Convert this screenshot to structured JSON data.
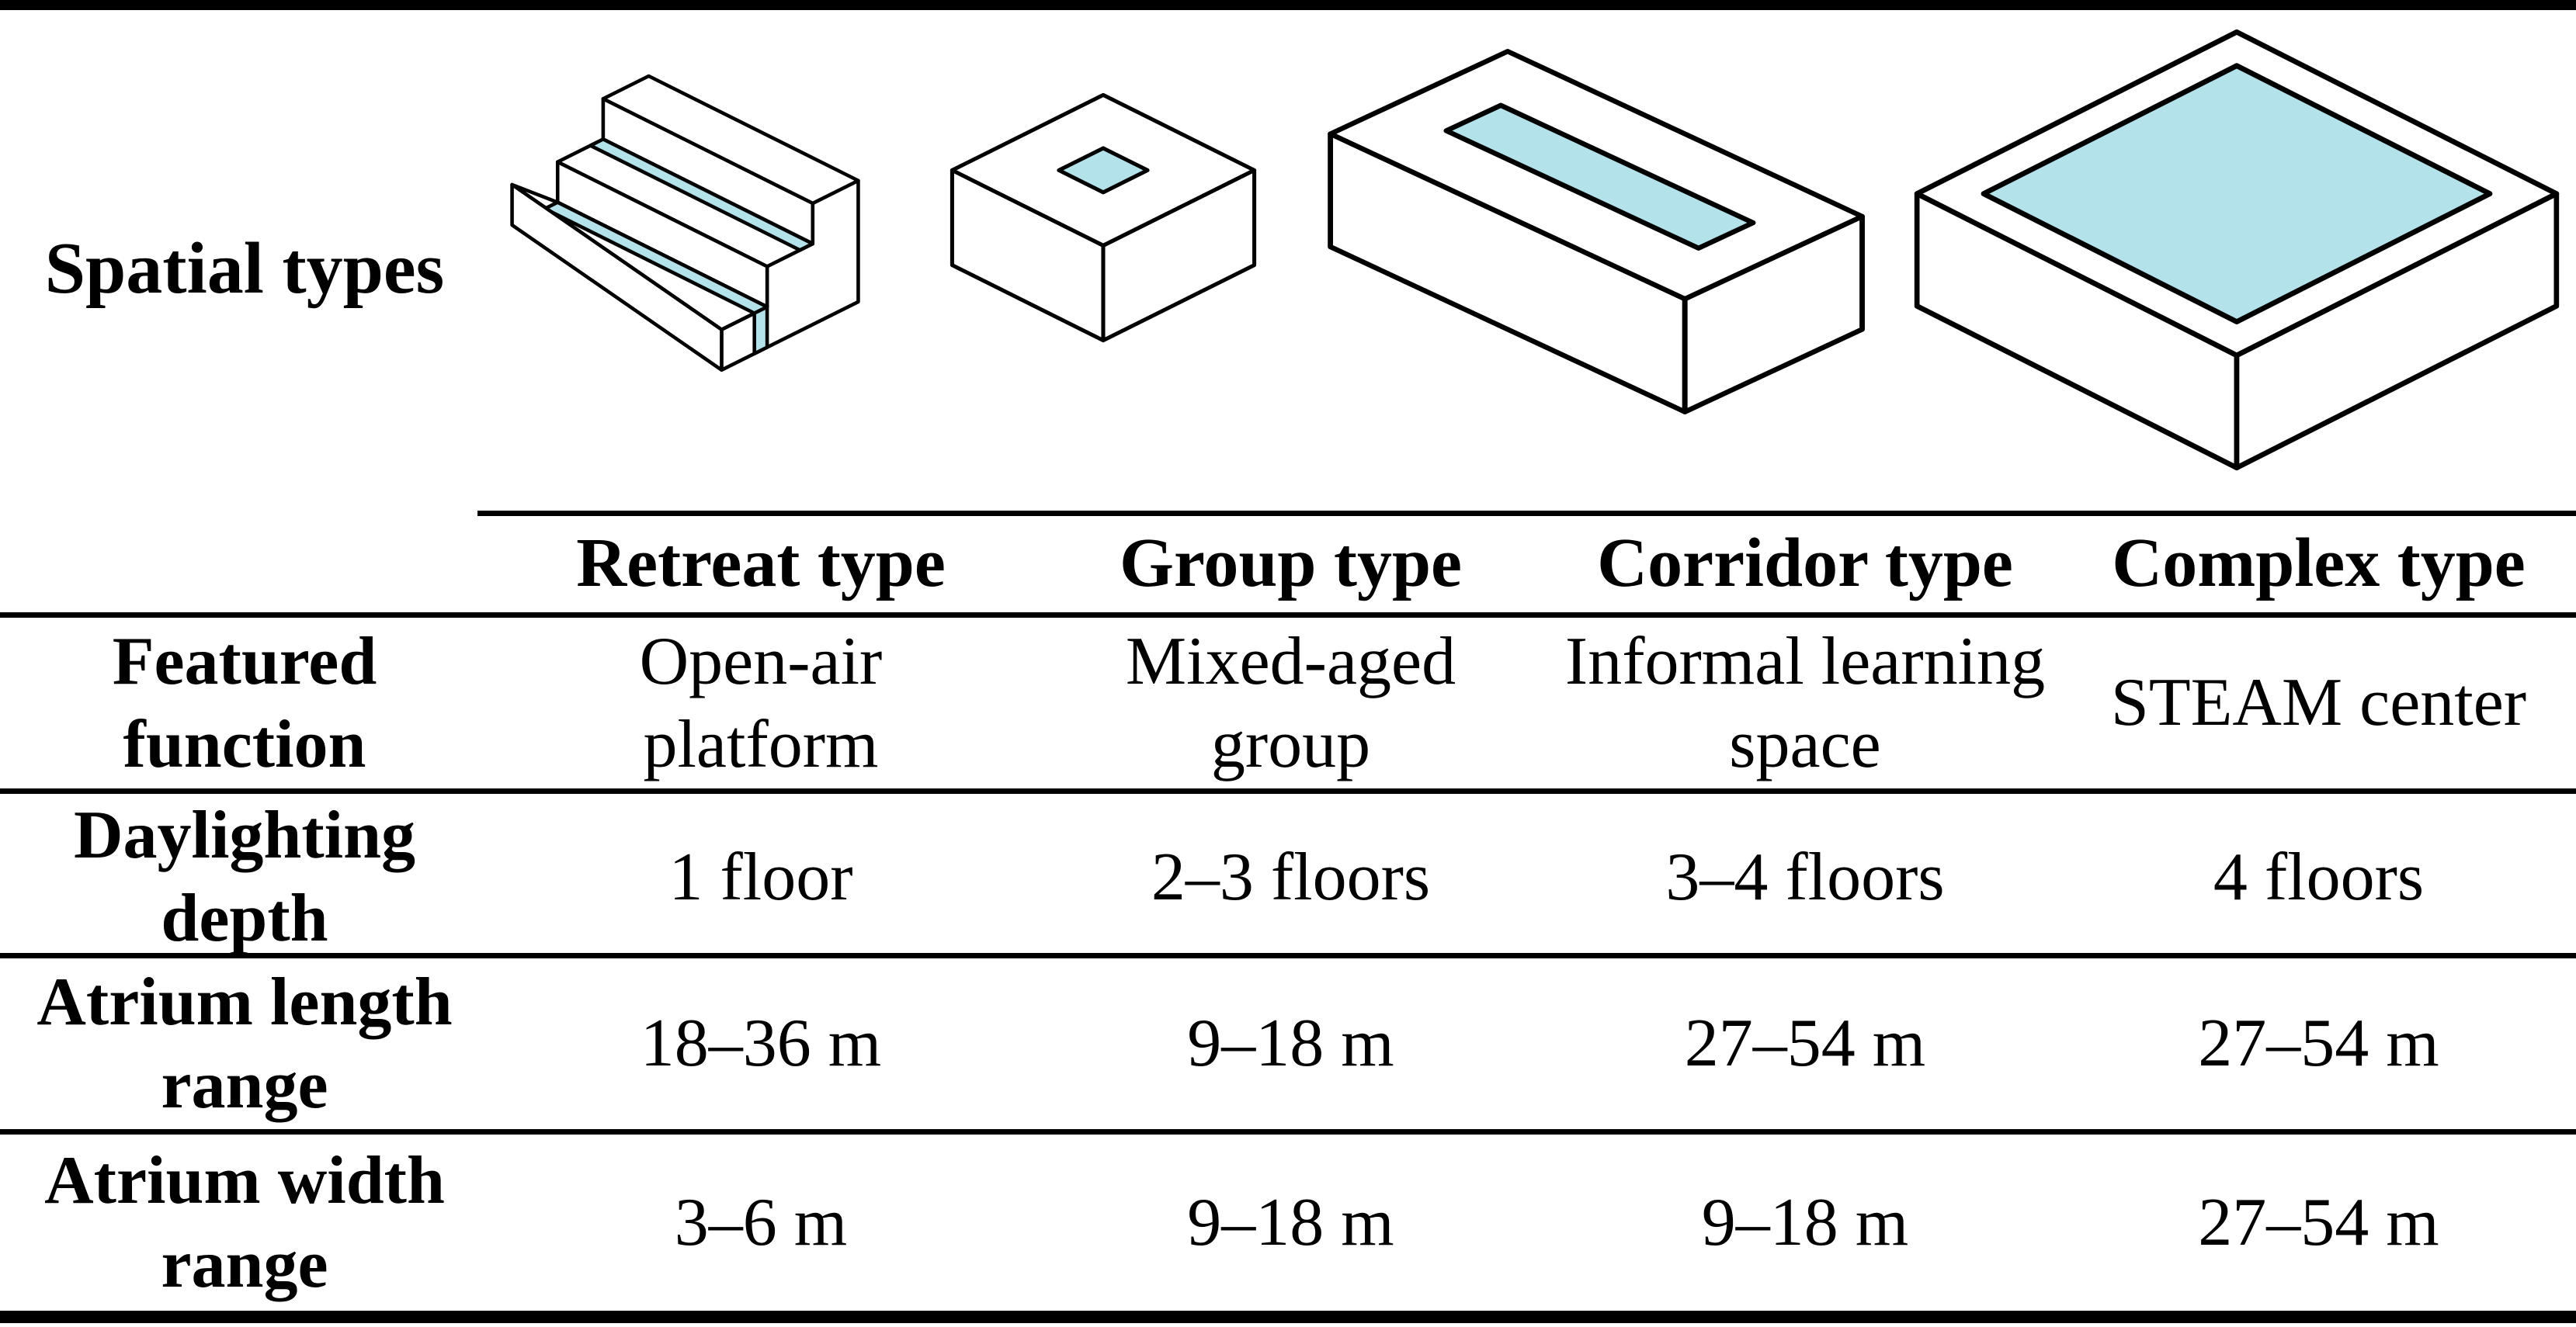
{
  "table": {
    "corner_label": "Spatial types",
    "columns": [
      {
        "header": "Retreat type",
        "diagram": "stepped-terrace-block-with-linear-skylight-atriums"
      },
      {
        "header": "Group type",
        "diagram": "compact-block-with-small-central-atrium"
      },
      {
        "header": "Corridor type",
        "diagram": "elongated-block-with-linear-atrium"
      },
      {
        "header": "Complex type",
        "diagram": "large-block-with-large-central-atrium"
      }
    ],
    "rows": [
      {
        "label": "Featured\nfunction",
        "values": [
          "Open-air\nplatform",
          "Mixed-aged\ngroup",
          "Informal learning\nspace",
          "STEAM center"
        ]
      },
      {
        "label": "Daylighting\ndepth",
        "values": [
          "1 floor",
          "2–3 floors",
          "3–4 floors",
          "4 floors"
        ]
      },
      {
        "label": "Atrium length\nrange",
        "values": [
          "18–36 m",
          "9–18 m",
          "27–54 m",
          "27–54 m"
        ]
      },
      {
        "label": "Atrium width\nrange",
        "values": [
          "3–6 m",
          "9–18 m",
          "9–18 m",
          "27–54 m"
        ]
      }
    ],
    "colors": {
      "atrium_fill": "#b3e2ea",
      "line": "#000000"
    }
  }
}
